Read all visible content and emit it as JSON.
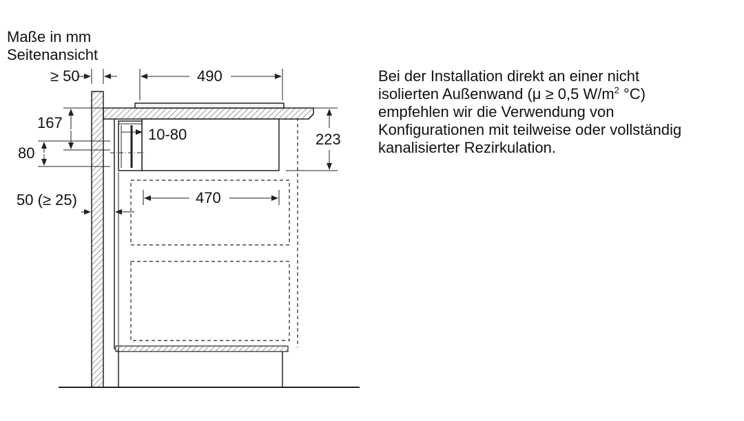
{
  "header": {
    "units": "Maße in mm",
    "view": "Seitenansicht"
  },
  "dimensions": {
    "wall_gap": "≥ 50",
    "hob_width": "490",
    "hob_height_offset": "167",
    "duct_height": "80",
    "duct_gap": "10-80",
    "total_height": "223",
    "drawer_width": "470",
    "wall_distance": "50 (≥ 25)"
  },
  "description": {
    "line1": "Bei der Installation direkt an einer nicht",
    "line2_pre": "isolierten Außenwand (μ ≥ 0,5 W/m",
    "line2_sup": "2",
    "line2_post": " °C)",
    "line3": "empfehlen wir die Verwendung von",
    "line4": "Konfigurationen mit teilweise oder vollständig",
    "line5": "kanalisierter Rezirkulation."
  },
  "colors": {
    "line": "#222222",
    "hatch": "#555555"
  }
}
